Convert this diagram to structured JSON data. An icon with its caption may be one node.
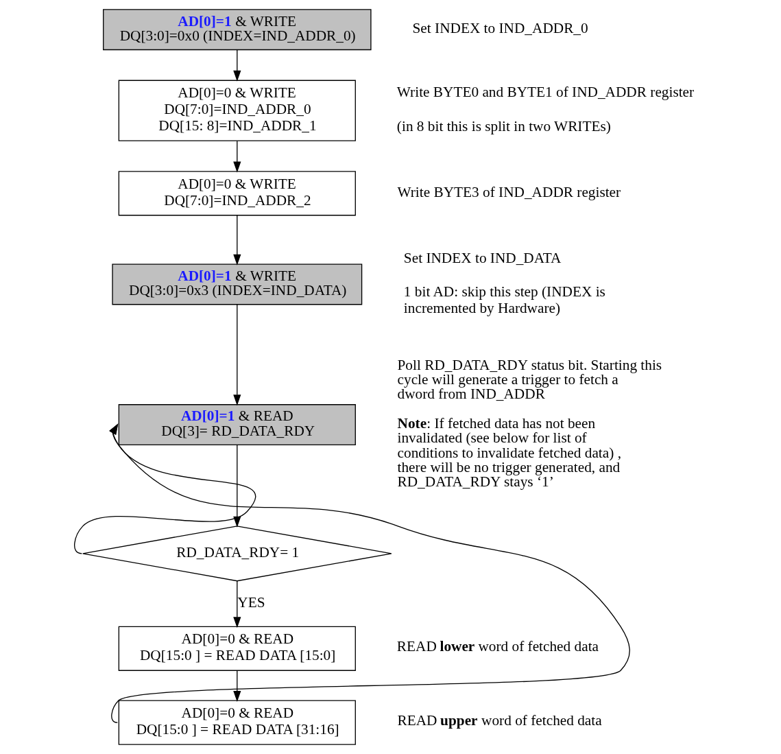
{
  "diagram": {
    "nodes": [
      {
        "text": [
          "**AD[0]=1** & WRITE",
          "DQ[3:0]=0x0 (INDEX=IND_ADDR_0)"
        ],
        "beside": [
          "Set INDEX to IND_ADDR_0"
        ]
      },
      {
        "text": [
          "AD[0]=0 & WRITE",
          "DQ[7:0]=IND_ADDR_0",
          "DQ[15: 8]=IND_ADDR_1"
        ],
        "beside": [
          "Write BYTE0 and BYTE1 of IND_ADDR register",
          "(in 8 bit this is split in two WRITEs)"
        ]
      },
      {
        "text": [
          "AD[0]=0 & WRITE",
          "DQ[7:0]=IND_ADDR_2"
        ],
        "beside": [
          "Write BYTE3 of IND_ADDR register"
        ]
      },
      {
        "text": [
          "**AD[0]=1** & WRITE",
          "DQ[3:0]=0x3 (INDEX=IND_DATA)"
        ],
        "beside": [
          "Set INDEX to IND_DATA",
          "1 bit AD: skip this step (INDEX is incremented by Hardware)"
        ]
      },
      {
        "text": [
          "**AD[0]=1** & READ",
          "DQ[3]= RD_DATA_RDY"
        ],
        "beside": [
          "Poll RD_DATA_RDY status bit. Starting this cycle will generate a trigger to fetch a dword from IND_ADDR",
          "**Note**: If fetched data has not been invalidated (see below for list of conditions to invalidate fetched data) , there will be no trigger generated, and RD_DATA_RDY stays ‘1’"
        ]
      },
      {
        "text": [
          "RD_DATA_RDY= 1"
        ]
      },
      {
        "text": [
          "AD[0]=0 & READ",
          "DQ[15:0 ] = READ DATA [15:0]"
        ],
        "beside": [
          "READ **lower** word of fetched data"
        ]
      },
      {
        "text": [
          "AD[0]=0 & READ",
          "DQ[15:0 ] = READ DATA [31:16]"
        ],
        "beside": [
          "READ **upper** word of fetched data"
        ]
      }
    ],
    "edges": [
      {
        "from": 0,
        "to": 1,
        "arrow": "to"
      },
      {
        "from": 1,
        "to": 2,
        "arrow": "to"
      },
      {
        "from": 2,
        "to": 3,
        "arrow": "to"
      },
      {
        "from": 3,
        "to": 4,
        "arrow": "to"
      },
      {
        "from": 4,
        "to": 5,
        "arrow": "to"
      },
      {
        "from": 5,
        "to": 6,
        "arrow": "to",
        "label": "YES"
      },
      {
        "from": 6,
        "to": 7,
        "arrow": "to"
      },
      {
        "from": 5,
        "to": 4,
        "arrow": "to"
      },
      {
        "from": 7,
        "to": 4,
        "arrow": "to"
      }
    ]
  }
}
